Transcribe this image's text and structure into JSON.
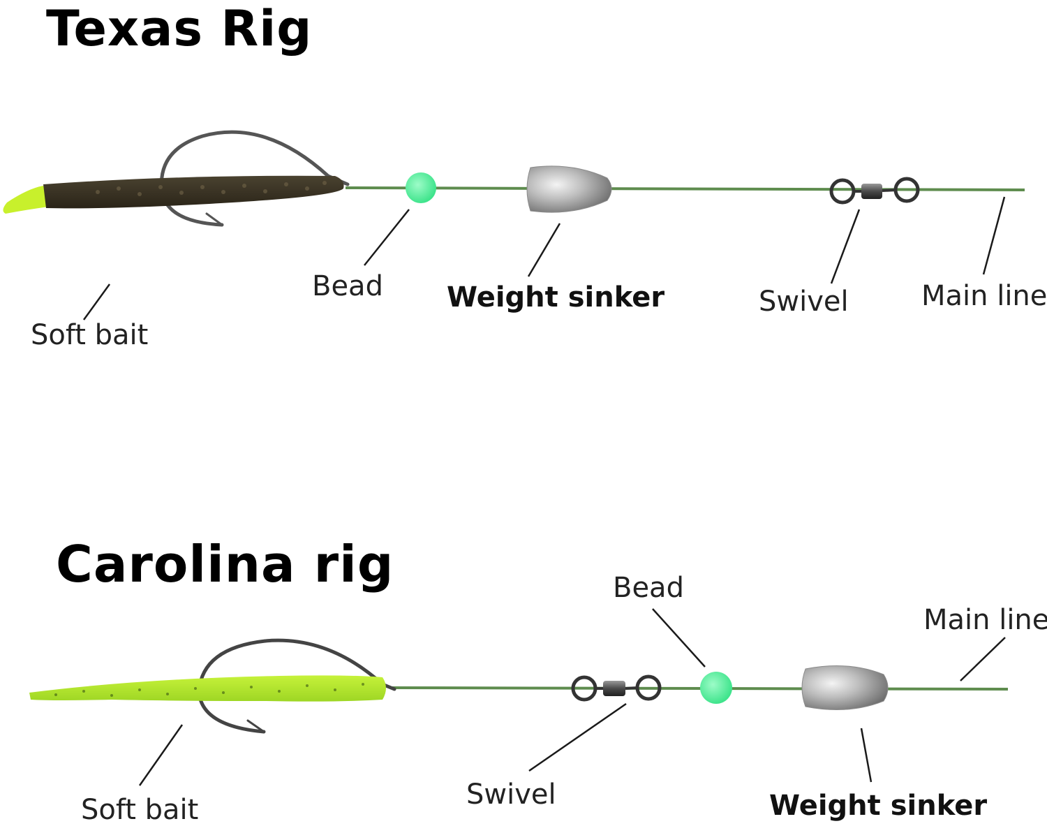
{
  "colors": {
    "line": "#5e8c4e",
    "bead": "#58f0a0",
    "leader": "#1a1a1a",
    "bait_texas": "#3a3324",
    "bait_texas_tail": "#c8f02c",
    "bait_carolina": "#b8ec2e",
    "metal": "#c9c9c9"
  },
  "texas": {
    "title": "Texas Rig",
    "labels": {
      "soft_bait": "Soft bait",
      "bead": "Bead",
      "weight_sinker": "Weight sinker",
      "swivel": "Swivel",
      "main_line": "Main line"
    }
  },
  "carolina": {
    "title": "Carolina rig",
    "labels": {
      "soft_bait": "Soft bait",
      "bead": "Bead",
      "weight_sinker": "Weight sinker",
      "swivel": "Swivel",
      "main_line": "Main line"
    }
  }
}
